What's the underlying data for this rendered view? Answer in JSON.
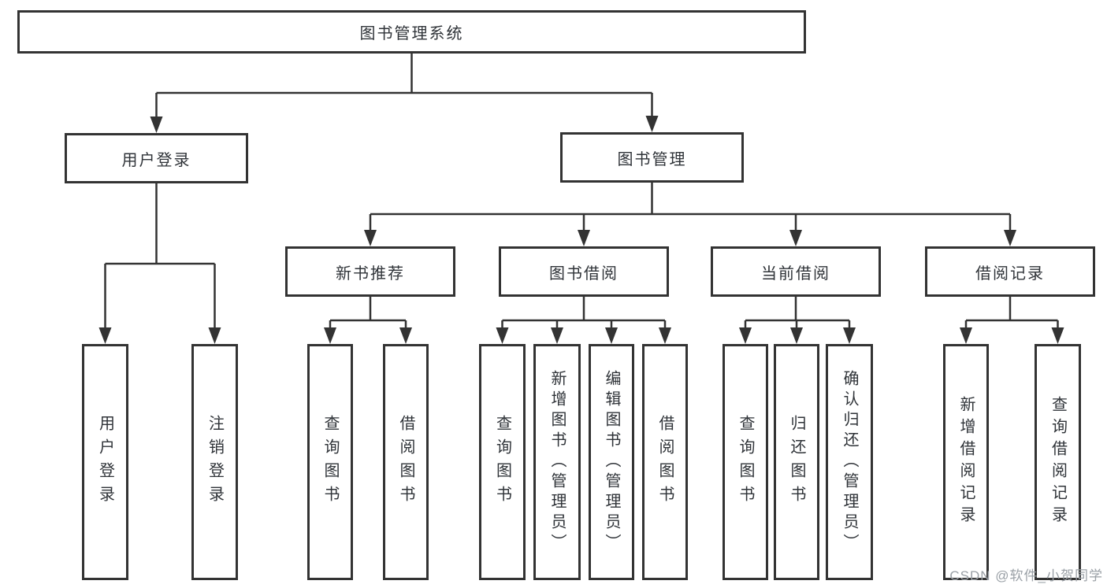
{
  "tree": {
    "root": {
      "label": "图书管理系统"
    },
    "branches": [
      {
        "label": "用户登录",
        "children": [
          {
            "label": "用户登录"
          },
          {
            "label": "注销登录"
          }
        ]
      },
      {
        "label": "图书管理",
        "children": [
          {
            "label": "新书推荐",
            "children": [
              {
                "label": "查询图书"
              },
              {
                "label": "借阅图书"
              }
            ]
          },
          {
            "label": "图书借阅",
            "children": [
              {
                "label": "查询图书"
              },
              {
                "label": "新增图书（管理员）"
              },
              {
                "label": "编辑图书（管理员）"
              },
              {
                "label": "借阅图书"
              }
            ]
          },
          {
            "label": "当前借阅",
            "children": [
              {
                "label": "查询图书"
              },
              {
                "label": "归还图书"
              },
              {
                "label": "确认归还（管理员）"
              }
            ]
          },
          {
            "label": "借阅记录",
            "children": [
              {
                "label": "新增借阅记录"
              },
              {
                "label": "查询借阅记录"
              }
            ]
          }
        ]
      }
    ]
  },
  "watermark": {
    "text": "CSDN @软件_小贺同学"
  },
  "colors": {
    "line": "#333333",
    "text": "#2f3338",
    "watermark": "#9aa0a6",
    "box_bg": "#ffffff"
  }
}
